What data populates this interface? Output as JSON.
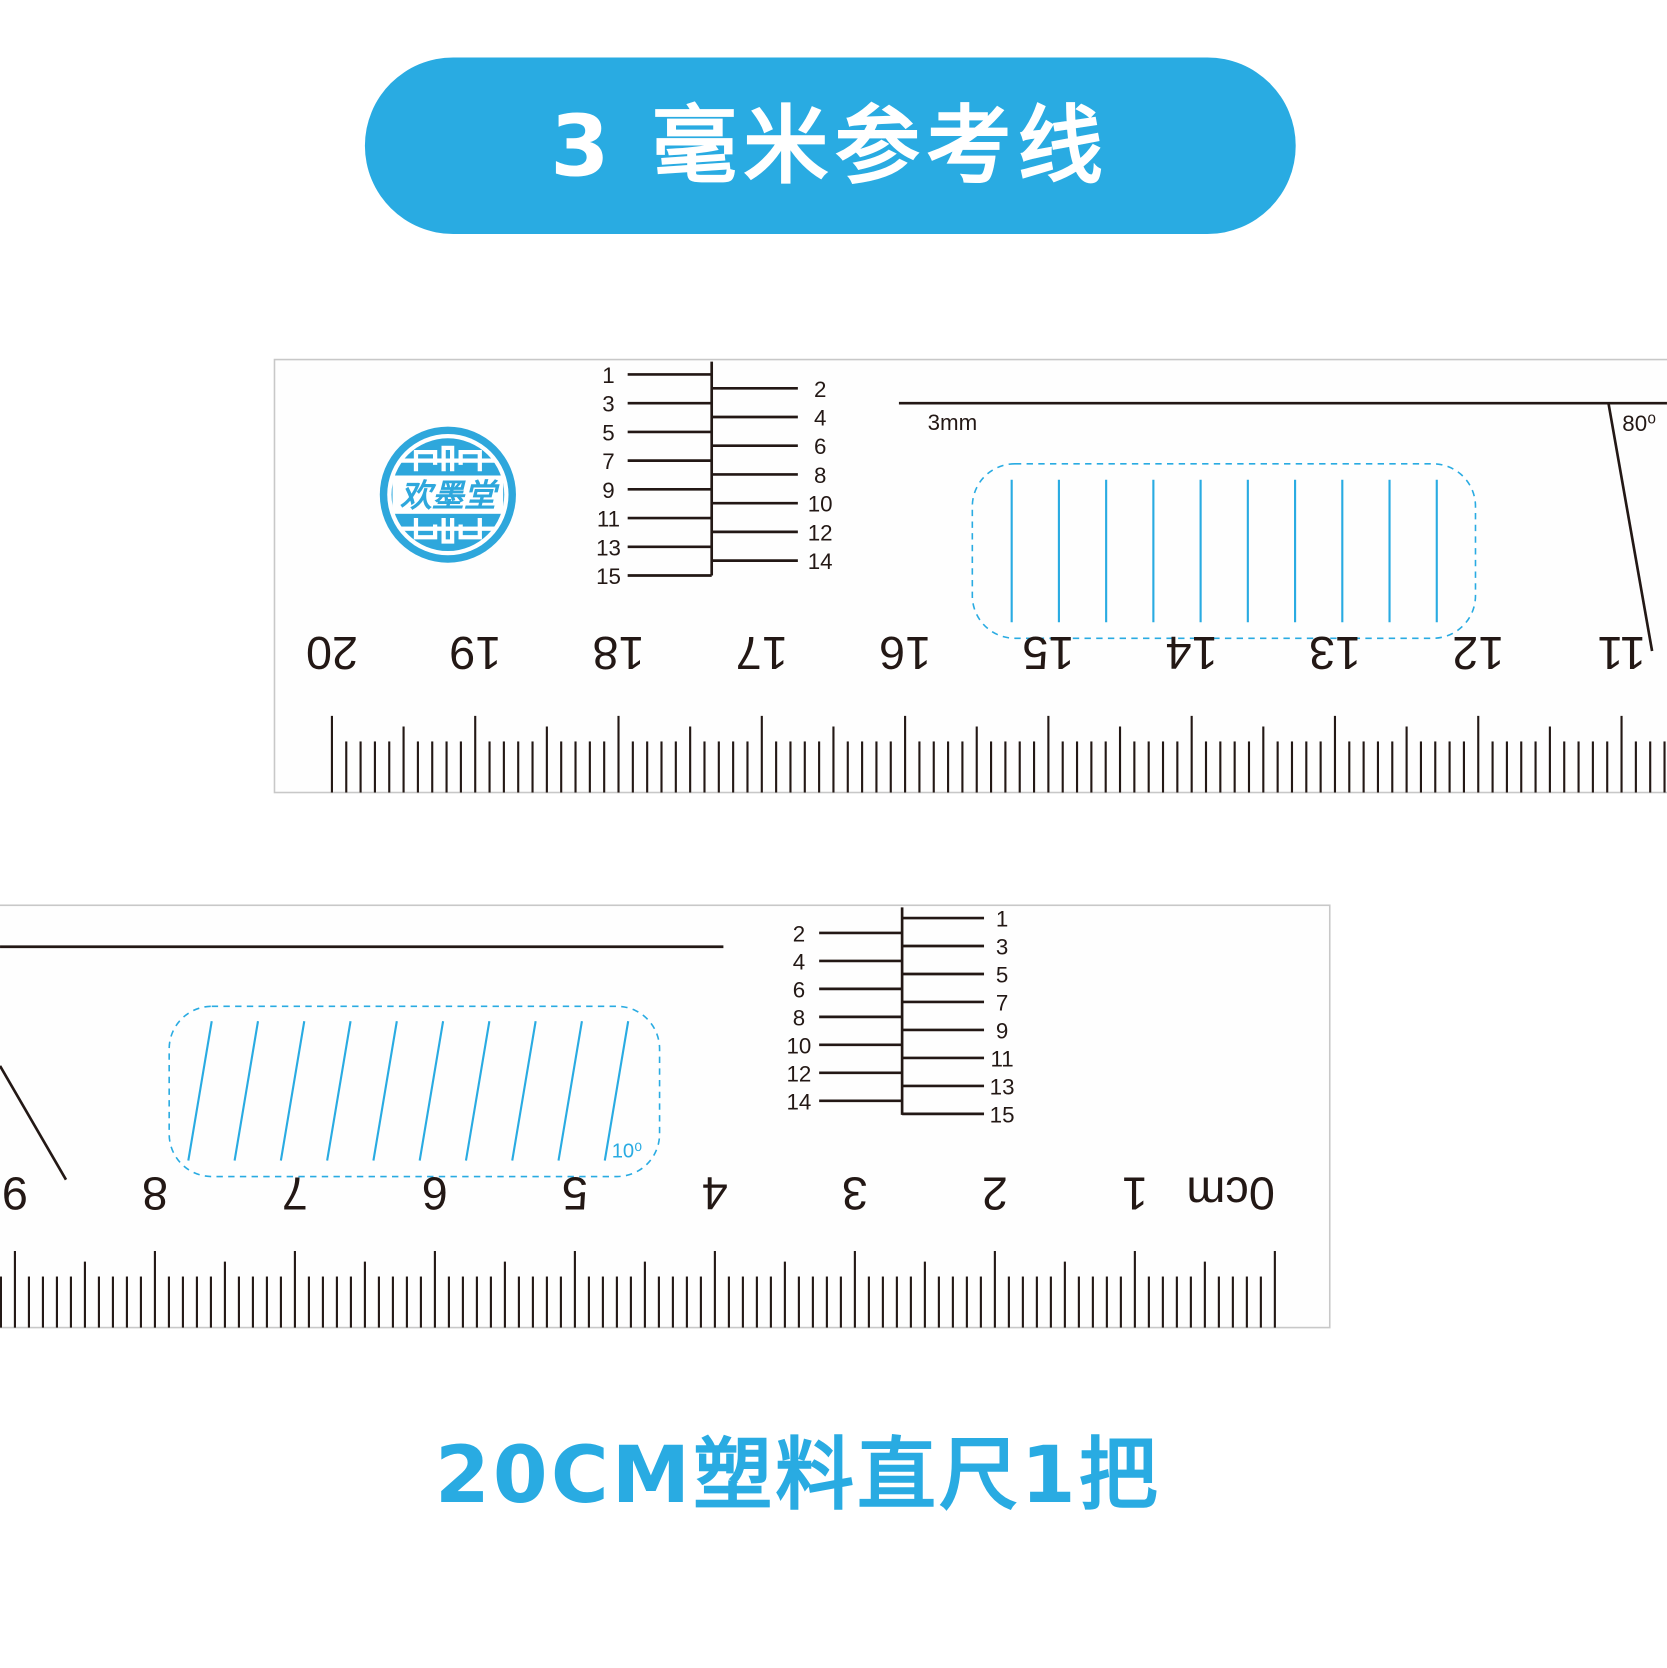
{
  "header": {
    "title": "3 毫米参考线"
  },
  "footer": {
    "caption": "20CM塑料直尺1把"
  },
  "colors": {
    "accent": "#29abe2",
    "ink": "#231815",
    "ruler_border": "#c8c8c8"
  },
  "seal": {
    "text": "欢墨堂"
  },
  "top_ruler": {
    "cm_labels": [
      "20",
      "19",
      "18",
      "17",
      "16",
      "15",
      "14",
      "13",
      "12",
      "11"
    ],
    "ladder_left": [
      "1",
      "3",
      "5",
      "7",
      "9",
      "11",
      "13",
      "15"
    ],
    "ladder_right": [
      "2",
      "4",
      "6",
      "8",
      "10",
      "12",
      "14"
    ],
    "line_label": "3mm",
    "angle_label": "80⁰"
  },
  "bottom_ruler": {
    "cm_labels": [
      "9",
      "8",
      "7",
      "6",
      "5",
      "4",
      "3",
      "2",
      "1",
      "0cm"
    ],
    "ladder_left": [
      "2",
      "4",
      "6",
      "8",
      "10",
      "12",
      "14"
    ],
    "ladder_right": [
      "1",
      "3",
      "5",
      "7",
      "9",
      "11",
      "13",
      "15"
    ],
    "angle_label": "10⁰"
  }
}
